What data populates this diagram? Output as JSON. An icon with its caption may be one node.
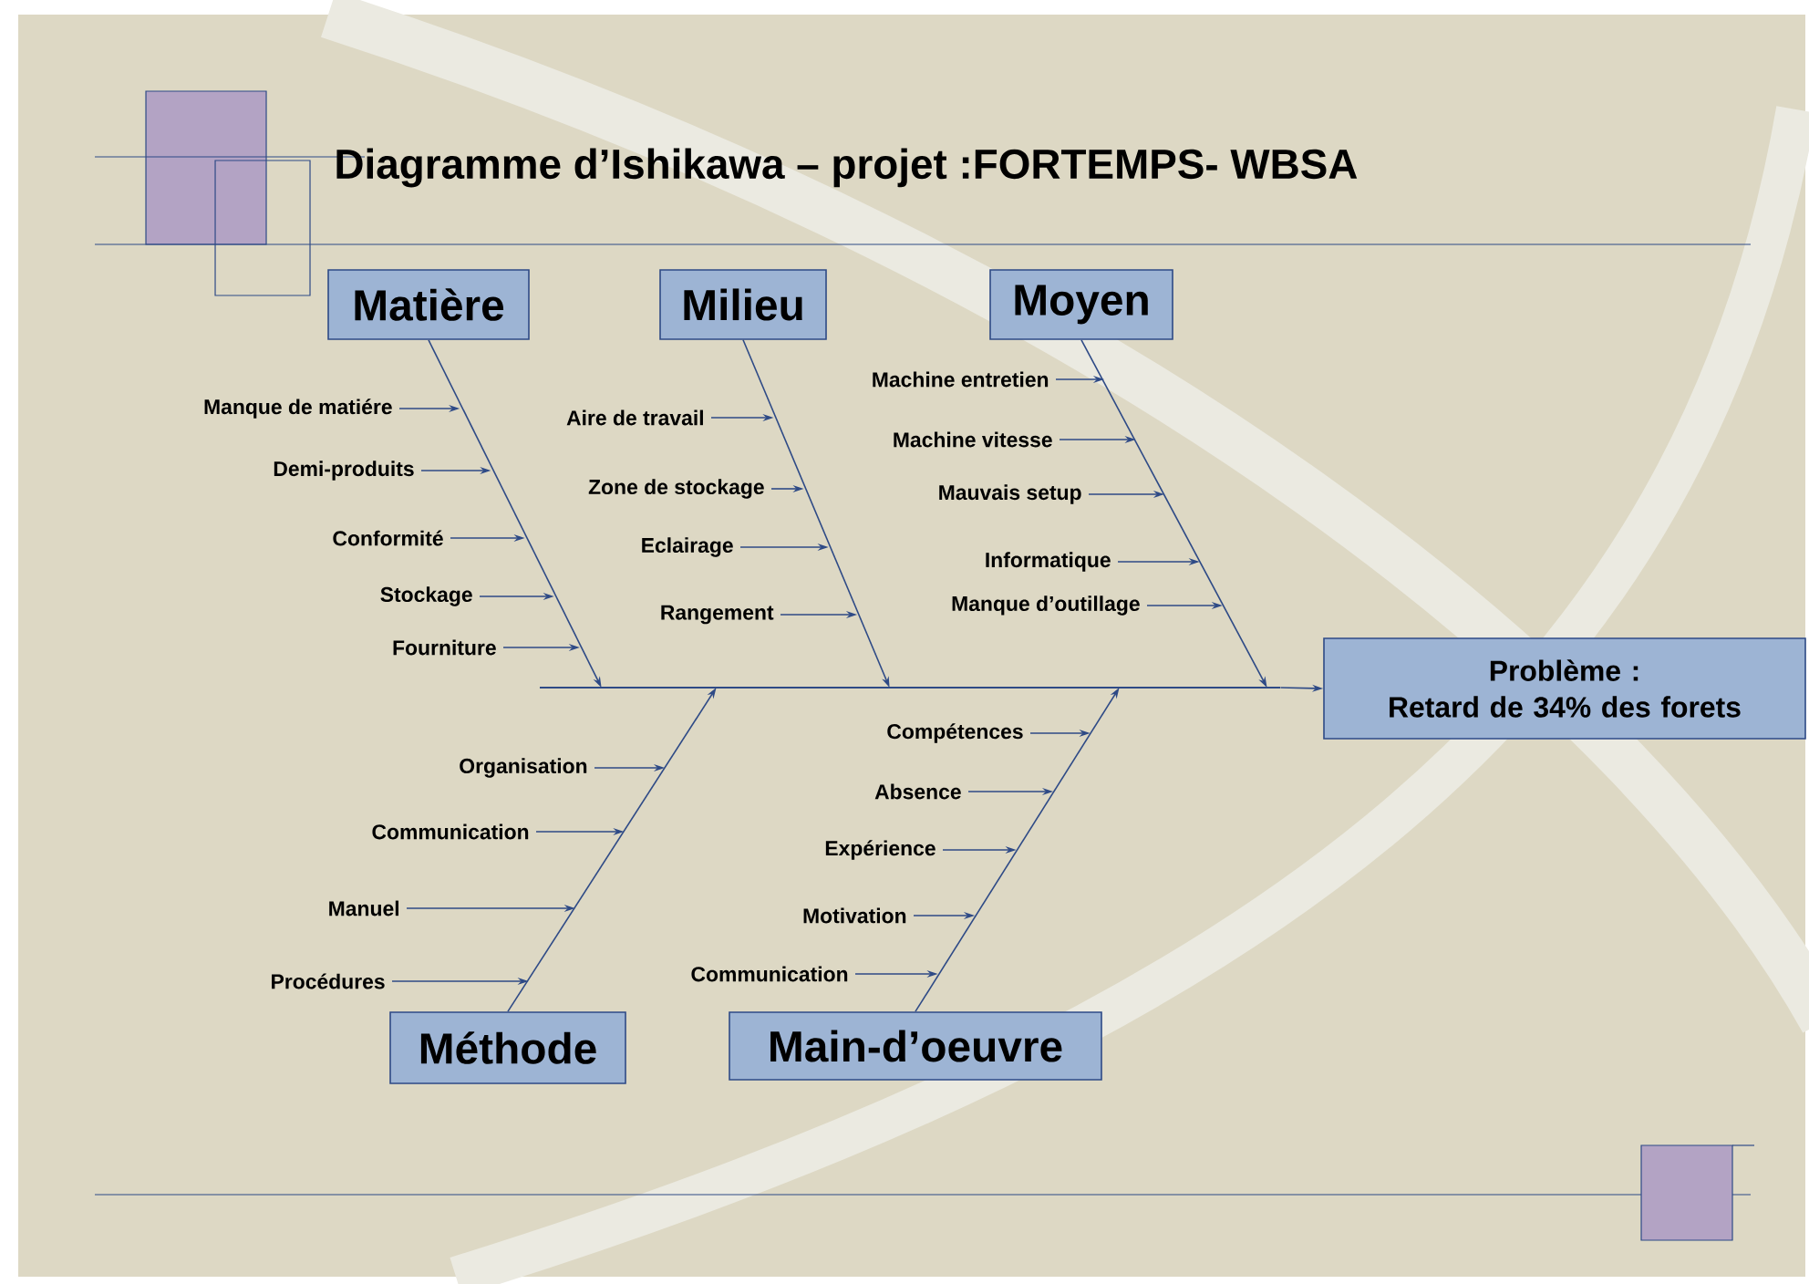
{
  "diagram": {
    "title": "Diagramme d’Ishikawa – projet :FORTEMPS- WBSA",
    "nodes": [
      {
        "text": [
          "Matière"
        ]
      },
      {
        "text": [
          "Manque de matiére"
        ]
      },
      {
        "text": [
          "Demi-produits"
        ]
      },
      {
        "text": [
          "Conformité"
        ]
      },
      {
        "text": [
          "Stockage"
        ]
      },
      {
        "text": [
          "Fourniture"
        ]
      },
      {
        "text": [
          "Milieu"
        ]
      },
      {
        "text": [
          "Aire de travail"
        ]
      },
      {
        "text": [
          "Zone de stockage"
        ]
      },
      {
        "text": [
          "Eclairage"
        ]
      },
      {
        "text": [
          "Rangement"
        ]
      },
      {
        "text": [
          "Moyen"
        ]
      },
      {
        "text": [
          "Machine entretien"
        ]
      },
      {
        "text": [
          "Machine vitesse"
        ]
      },
      {
        "text": [
          "Mauvais setup"
        ]
      },
      {
        "text": [
          "Informatique"
        ]
      },
      {
        "text": [
          "Manque d’outillage"
        ]
      },
      {
        "text": [
          "Problème :",
          "Retard de 34% des forets"
        ]
      },
      {
        "text": [
          "Méthode"
        ]
      },
      {
        "text": [
          "Organisation"
        ]
      },
      {
        "text": [
          "Communication"
        ]
      },
      {
        "text": [
          "Manuel"
        ]
      },
      {
        "text": [
          "Procédures"
        ]
      },
      {
        "text": [
          "Main-d’oeuvre"
        ]
      },
      {
        "text": [
          "Compétences"
        ]
      },
      {
        "text": [
          "Absence"
        ]
      },
      {
        "text": [
          "Expérience"
        ]
      },
      {
        "text": [
          "Motivation"
        ]
      },
      {
        "text": [
          "Communication"
        ]
      },
      {
        "text": [],
        "shape": "bar"
      }
    ],
    "edges": [
      {
        "from": 29,
        "to": 17,
        "arrow": "to"
      },
      {
        "from": 0,
        "to": 29,
        "arrow": "to"
      },
      {
        "from": 6,
        "to": 29,
        "arrow": "to"
      },
      {
        "from": 11,
        "to": 29,
        "arrow": "to"
      },
      {
        "from": 18,
        "to": 29,
        "arrow": "to"
      },
      {
        "from": 23,
        "to": 29,
        "arrow": "to"
      },
      {
        "from": 1,
        "to": null,
        "arrow": "to"
      },
      {
        "from": 2,
        "to": null,
        "arrow": "to"
      },
      {
        "from": 3,
        "to": null,
        "arrow": "to"
      },
      {
        "from": 4,
        "to": null,
        "arrow": "to"
      },
      {
        "from": 5,
        "to": null,
        "arrow": "to"
      },
      {
        "from": 7,
        "to": null,
        "arrow": "to"
      },
      {
        "from": 8,
        "to": null,
        "arrow": "to"
      },
      {
        "from": 9,
        "to": null,
        "arrow": "to"
      },
      {
        "from": 10,
        "to": null,
        "arrow": "to"
      },
      {
        "from": 12,
        "to": null,
        "arrow": "to"
      },
      {
        "from": 13,
        "to": null,
        "arrow": "to"
      },
      {
        "from": 14,
        "to": null,
        "arrow": "to"
      },
      {
        "from": 15,
        "to": null,
        "arrow": "to"
      },
      {
        "from": 16,
        "to": null,
        "arrow": "to"
      },
      {
        "from": 19,
        "to": null,
        "arrow": "to"
      },
      {
        "from": 20,
        "to": null,
        "arrow": "to"
      },
      {
        "from": 21,
        "to": null,
        "arrow": "to"
      },
      {
        "from": 22,
        "to": null,
        "arrow": "to"
      },
      {
        "from": 24,
        "to": null,
        "arrow": "to"
      },
      {
        "from": 25,
        "to": null,
        "arrow": "to"
      },
      {
        "from": 26,
        "to": null,
        "arrow": "to"
      },
      {
        "from": 27,
        "to": null,
        "arrow": "to"
      },
      {
        "from": 28,
        "to": null,
        "arrow": "to"
      }
    ]
  }
}
